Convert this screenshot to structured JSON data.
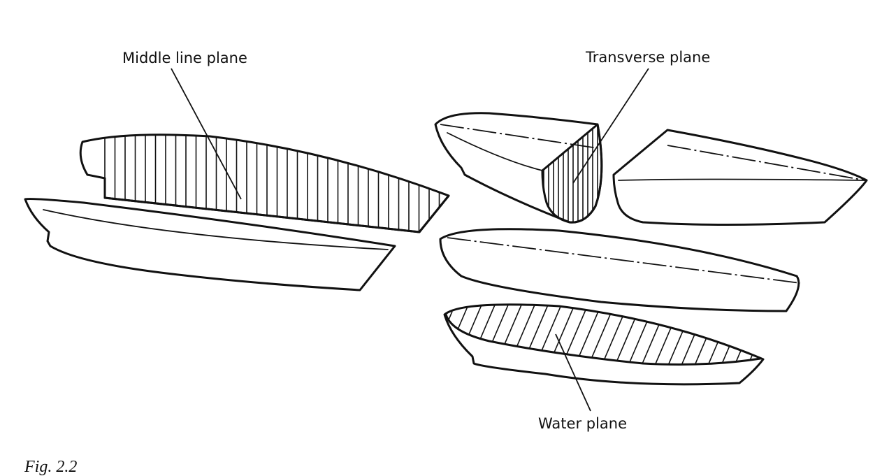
{
  "labels": {
    "middle_line_plane": "Middle line plane",
    "transverse_plane": "Transverse plane",
    "water_plane": "Water plane"
  },
  "caption": "Fig. 2.2"
}
